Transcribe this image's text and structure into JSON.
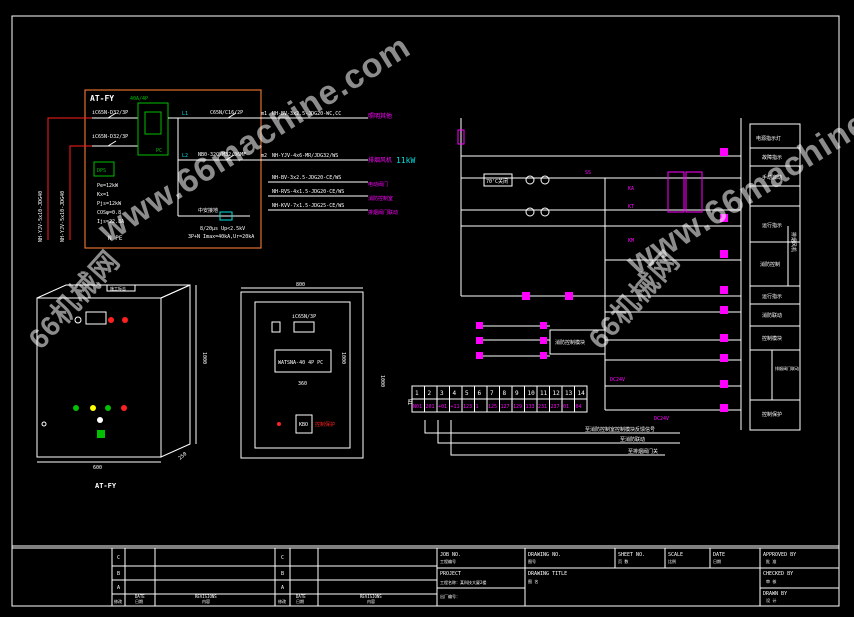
{
  "colors": {
    "background": "#000000",
    "frame": "#ffffff",
    "panel_outline": "#e07030",
    "green": "#00c000",
    "red": "#ff2020",
    "magenta": "#ff00ff",
    "cyan": "#00e0e0",
    "yellow": "#ffff00",
    "lines": "#ffffff"
  },
  "panel": {
    "name": "AT-FY",
    "breaker_in": "iC65N-D32/3P",
    "breaker_in2": "iC65N-D32/3P",
    "ats": "WATSNA",
    "ats_label": "40A/4P",
    "pc": "PC",
    "ats_note": "DPS",
    "params": [
      "Pe=12kW",
      "Kx=1",
      "Pjs=12kW",
      "COSφ=0.8",
      "Ijs=22.8A"
    ],
    "pe": "N   PE",
    "out_breaker_1": "C65N/C16/2P",
    "out_breaker_2": "NB0-32C/M32/06MF",
    "spd": "中安接地",
    "spd_spec": "3P+N  Imax=40kA,Ur=20kA",
    "spd_note": "8/20µs  Up<2.5kV",
    "circuits": [
      {
        "id": "m1",
        "cable": "NH-BV-3x2.5-JDG20-WC,CC",
        "label": "照明其他"
      },
      {
        "id": "m2",
        "cable": "NH-YJV-4x6-MR/JDG32/WS",
        "label": "排烟风机",
        "power": "11kW"
      },
      {
        "id": "",
        "cable": "NH-BV-3x2.5-JDG20-CE/WS",
        "label": "电动阀门"
      },
      {
        "id": "",
        "cable": "NH-RVS-4x1.5-JDG20-CE/WS",
        "label": "消防控制室"
      },
      {
        "id": "",
        "cable": "NH-KVV-7x1.5-JDG25-CE/WS",
        "label": "排烟阀门联动"
      }
    ],
    "feed_left_1": "NH-YJV-5x10-JDG40",
    "feed_left_2": "NH-YJV-5x10-JDG40",
    "breaker_lbl_1": "L1",
    "breaker_lbl_2": "L2"
  },
  "cabinet_3d": {
    "top_label": "施工标志",
    "width": "600",
    "depth": "250",
    "height": "1000",
    "caption": "AT-FY"
  },
  "inner_layout": {
    "width": "800",
    "height": "1000",
    "height2": "1000",
    "breaker": "iC65N/3P",
    "ats": "WATSNA-40 4P PC",
    "ats_width": "360",
    "kbo": "KBO",
    "kbo_label": "控制保护"
  },
  "control": {
    "relays": [
      "70'C关闭",
      "SS",
      "KA",
      "KT",
      "KM"
    ],
    "terminal_numbers": [
      "1",
      "2",
      "3",
      "4",
      "5",
      "6",
      "7",
      "8",
      "9",
      "10",
      "11",
      "12",
      "13",
      "14"
    ],
    "terminal_codes": [
      "N01",
      "201",
      "+01",
      "+11",
      "123",
      "1",
      "125",
      "127",
      "129",
      "133",
      "231",
      "237",
      "01",
      "04"
    ],
    "tb_label": "TB",
    "dc24v": "DC24V",
    "dc24v_2": "DC24V",
    "remote_lines": [
      "至消防控制室控制模块反馈信号",
      "至消防联动",
      "至排烟阀门关"
    ],
    "right_table": [
      "电源指示灯",
      "故障指示",
      "手动启动",
      "运行指示",
      "消防控制",
      "运行指示",
      "消防联动",
      "控制模块",
      "排烟阀门联动",
      "　",
      "控制保护"
    ],
    "fan_label": "排烟风机",
    "fire_module": "消防控制模块"
  },
  "title_block": {
    "rev_rows": [
      "C",
      "B",
      "A"
    ],
    "headers": [
      "修改",
      "DATE",
      "日期",
      "REVISIONS",
      "内容"
    ],
    "job_no": "JOB NO.",
    "job_no_cn": "工程编号",
    "project": "PROJECT",
    "project_cn": "工程名称",
    "project_value": "工程名称：某科技大厦2楼",
    "drawing_no": "DRAWING NO.",
    "drawing_no_cn": "图号",
    "drawing_title": "DRAWING TITLE",
    "drawing_title_cn": "图    名",
    "sheet_no": "SHEET NO.",
    "sheet_no_cn": "页    数",
    "scale": "SCALE",
    "scale_cn": "比例",
    "date": "DATE",
    "date_cn": "日期",
    "approved": "APPROVED BY",
    "approved_cn": "批    准",
    "checked": "CHECKED BY",
    "checked_cn": "审    核",
    "drawn": "DRAWN BY",
    "drawn_cn": "设    计",
    "factory_no": "出厂编号："
  },
  "watermarks": [
    "www.66machine.com",
    "66机械网",
    "66机械网"
  ]
}
